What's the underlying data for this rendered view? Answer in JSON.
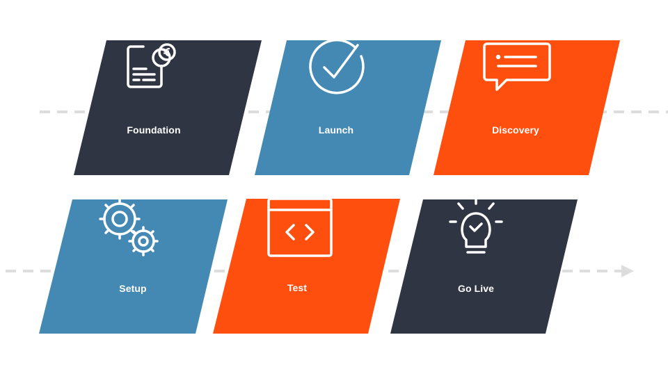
{
  "steps": [
    {
      "label": "Foundation",
      "icon": "invoice-euro-icon",
      "color": "#2f3542"
    },
    {
      "label": "Launch",
      "icon": "checkmark-circle-icon",
      "color": "#4489b4"
    },
    {
      "label": "Discovery",
      "icon": "chat-bubble-icon",
      "color": "#ff4f0f"
    },
    {
      "label": "Setup",
      "icon": "gears-icon",
      "color": "#4489b4"
    },
    {
      "label": "Test",
      "icon": "code-window-icon",
      "color": "#ff4f0f"
    },
    {
      "label": "Go Live",
      "icon": "lightbulb-icon",
      "color": "#2f3542"
    }
  ],
  "colors": {
    "dashed_line": "#dddddd",
    "icon_stroke": "#ffffff",
    "background": "#ffffff"
  }
}
